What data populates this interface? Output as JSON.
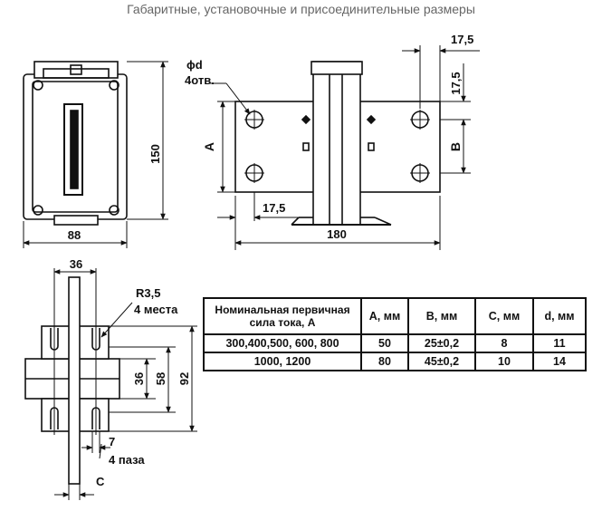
{
  "title": "Габаритные, установочные и присоединительные размеры",
  "dims": {
    "width_88": "88",
    "height_150": "150",
    "phi_d": "ϕd",
    "holes": "4отв.",
    "top_17_5": "17,5",
    "right_17_5": "17,5",
    "bottom_17_5": "17,5",
    "label_A": "A",
    "label_B": "B",
    "base_180": "180",
    "top_36": "36",
    "radius": "R3,5",
    "places": "4 места",
    "h36": "36",
    "h58": "58",
    "h92": "92",
    "slot_7": "7",
    "slots": "4 паза",
    "label_C": "C"
  },
  "table": {
    "headers": [
      "Номинальная первичная сила тока, А",
      "А, мм",
      "В, мм",
      "С, мм",
      "d, мм"
    ],
    "rows": [
      [
        "300,400,500, 600, 800",
        "50",
        "25±0,2",
        "8",
        "11"
      ],
      [
        "1000, 1200",
        "80",
        "45±0,2",
        "10",
        "14"
      ]
    ]
  }
}
